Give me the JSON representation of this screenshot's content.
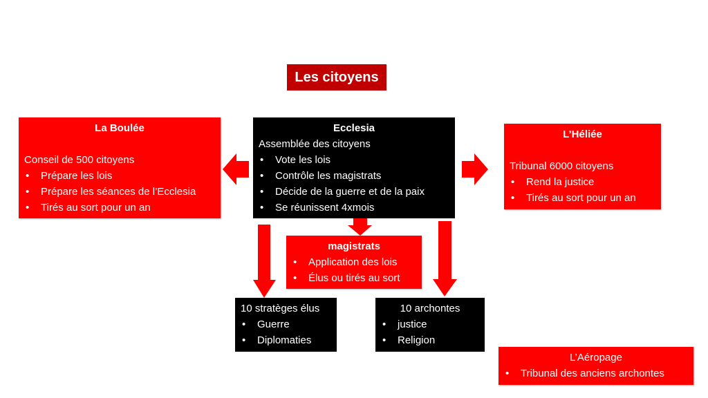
{
  "title": "Les citoyens",
  "boulee": {
    "heading": "La Boulée",
    "subtitle": "Conseil de 500 citoyens",
    "items": [
      "Prépare les lois",
      "Prépare les séances de l’Ecclesia",
      "Tirés au sort pour un an"
    ]
  },
  "ecclesia": {
    "heading": "Ecclesia",
    "subtitle": "Assemblée des citoyens",
    "items": [
      "Vote les lois",
      "Contrôle les magistrats",
      "Décide de la guerre et de la paix",
      "Se réunissent 4xmois"
    ]
  },
  "heliee": {
    "heading": "L’Héliée",
    "subtitle": "Tribunal 6000 citoyens",
    "items": [
      "Rend la justice",
      "Tirés au sort pour un an"
    ]
  },
  "magistrats": {
    "heading": "magistrats",
    "items": [
      "Application des lois",
      "Élus ou tirés au sort"
    ]
  },
  "strateges": {
    "heading": "10 stratèges élus",
    "items": [
      "Guerre",
      "Diplomaties"
    ]
  },
  "archontes": {
    "heading": "10 archontes",
    "items": [
      "justice",
      "Religion"
    ]
  },
  "aeropage": {
    "heading": "L’Aéropage",
    "items": [
      "Tribunal des anciens archontes"
    ]
  },
  "colors": {
    "red": "#ff0000",
    "dark_red": "#c00000",
    "black": "#000000"
  }
}
